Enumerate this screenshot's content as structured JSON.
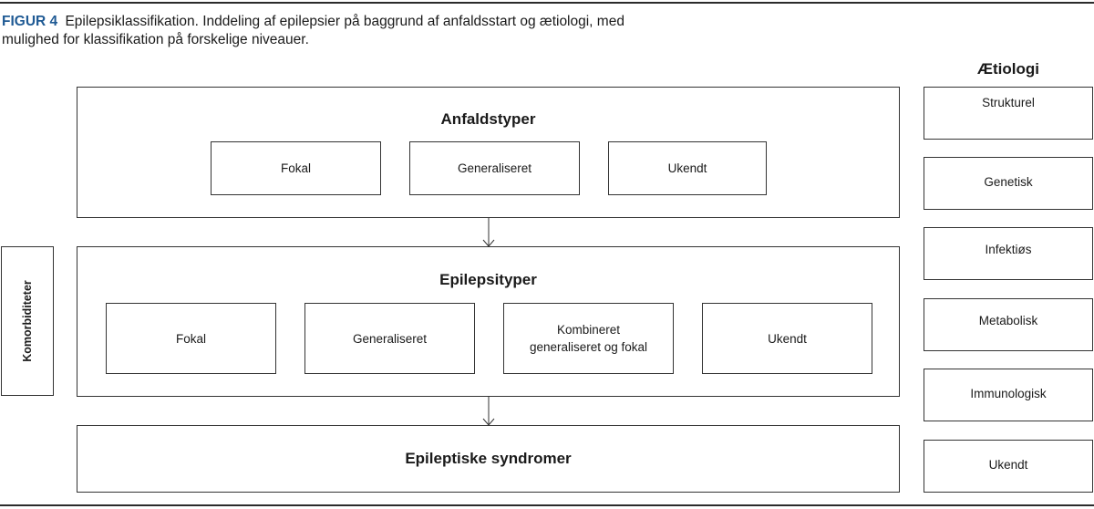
{
  "caption": {
    "label": "FIGUR 4",
    "text": "Epilepsiklassifikation. Inddeling af epilepsier på baggrund af anfaldsstart og ætiologi, med mulighed for klassifikation på forskelige niveauer."
  },
  "anfaldstyper": {
    "title": "Anfaldstyper",
    "items": [
      "Fokal",
      "Generaliseret",
      "Ukendt"
    ]
  },
  "epilepsityper": {
    "title": "Epilepsityper",
    "items": [
      "Fokal",
      "Generaliseret",
      "Kombineret generaliseret og fokal",
      "Ukendt"
    ]
  },
  "syndromer": {
    "title": "Epileptiske syndromer"
  },
  "komorbiditeter": {
    "label": "Komorbiditeter"
  },
  "aetiologi": {
    "title": "Ætiologi",
    "items": [
      "Strukturel",
      "Genetisk",
      "Infektiøs",
      "Metabolisk",
      "Immunologisk",
      "Ukendt"
    ]
  },
  "colors": {
    "accent": "#1f5a94",
    "line": "#333333"
  }
}
